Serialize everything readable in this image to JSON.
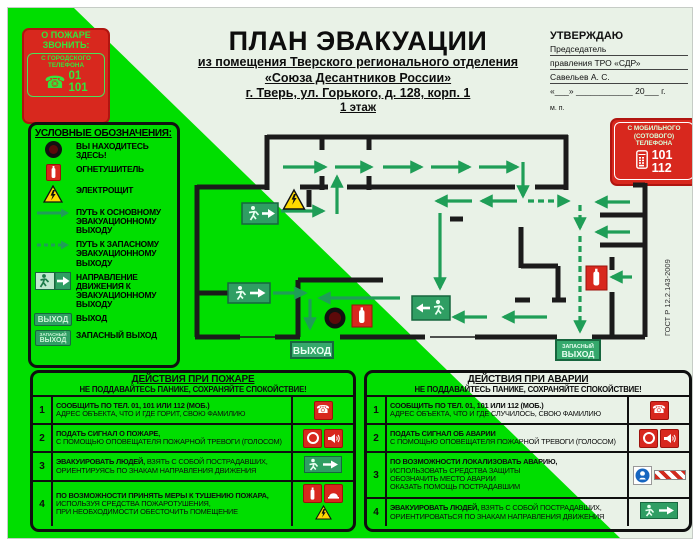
{
  "poster": {
    "title": "ПЛАН ЭВАКУАЦИИ",
    "subtitle1": "из помещения Тверского регионального отделения",
    "subtitle2": "«Союза Десантников России»",
    "address": "г. Тверь, ул. Горького, д. 128, корп. 1",
    "floor": "1 этаж",
    "gost": "ГОСТ Р 12.2.143-2009"
  },
  "approval": {
    "heading": "УТВЕРЖДАЮ",
    "line1": "Председатель",
    "line2": "правления ТРО «СДР»",
    "line3": "Савельев А. С.",
    "date_line": "«___» ____________ 20___ г.",
    "stamp": "м. п."
  },
  "city_phone_box": {
    "line1": "О ПОЖАРЕ",
    "line2": "ЗВОНИТЬ:",
    "line3": "С ГОРОДСКОГО",
    "line4": "ТЕЛЕФОНА",
    "num1": "01",
    "num2": "101"
  },
  "mobile_phone_box": {
    "line1": "С МОБИЛЬНОГО",
    "line2": "(СОТОВОГО)",
    "line3": "ТЕЛЕФОНА",
    "num1": "101",
    "num2": "112"
  },
  "legend": {
    "title": "УСЛОВНЫЕ ОБОЗНАЧЕНИЯ:",
    "items": [
      {
        "label": "ВЫ НАХОДИТЕСЬ ЗДЕСЬ!"
      },
      {
        "label": "ОГНЕТУШИТЕЛЬ"
      },
      {
        "label": "ЭЛЕКТРОЩИТ"
      },
      {
        "label": "ПУТЬ К ОСНОВНОМУ ЭВАКУАЦИОННОМУ ВЫХОДУ"
      },
      {
        "label": "ПУТЬ К ЗАПАСНОМУ ЭВАКУАЦИОННОМУ ВЫХОДУ"
      },
      {
        "label": "НАПРАВЛЕНИЕ ДВИЖЕНИЯ К ЭВАКУАЦИОННОМУ ВЫХОДУ"
      },
      {
        "label": "ВЫХОД",
        "badge": "ВЫХОД"
      },
      {
        "label": "ЗАПАСНЫЙ ВЫХОД",
        "badge1": "ЗАПАСНЫЙ",
        "badge2": "ВЫХОД"
      }
    ]
  },
  "plan": {
    "exit_label": "ВЫХОД",
    "emergency_exit_line1": "ЗАПАСНЫЙ",
    "emergency_exit_line2": "ВЫХОД"
  },
  "fire_table": {
    "title": "ДЕЙСТВИЯ ПРИ ПОЖАРЕ",
    "subtitle": "НЕ ПОДДАВАЙТЕСЬ ПАНИКЕ, СОХРАНЯЙТЕ СПОКОЙСТВИЕ!",
    "rows": [
      {
        "num": "1",
        "b1": "СООБЩИТЬ ПО ТЕЛ. 01, 101 ИЛИ 112 (МОБ.)",
        "r2": "АДРЕС ОБЪЕКТА, ЧТО И ГДЕ ГОРИТ, СВОЮ ФАМИЛИЮ"
      },
      {
        "num": "2",
        "b1": "ПОДАТЬ СИГНАЛ О ПОЖАРЕ,",
        "r2": "С ПОМОЩЬЮ ОПОВЕЩАТЕЛЯ ПОЖАРНОЙ ТРЕВОГИ (ГОЛОСОМ)"
      },
      {
        "num": "3",
        "b1": "ЭВАКУИРОВАТЬ ЛЮДЕЙ, ",
        "r1": "ВЗЯТЬ С СОБОЙ ПОСТРАДАВШИХ,",
        "r2": "ОРИЕНТИРУЯСЬ ПО ЗНАКАМ НАПРАВЛЕНИЯ ДВИЖЕНИЯ"
      },
      {
        "num": "4",
        "b1": "ПО ВОЗМОЖНОСТИ ПРИНЯТЬ МЕРЫ К ТУШЕНИЮ ПОЖАРА,",
        "r2": "ИСПОЛЬЗУЯ СРЕДСТВА ПОЖАРОТУШЕНИЯ,",
        "r3": "ПРИ НЕОБХОДИМОСТИ ОБЕСТОЧИТЬ ПОМЕЩЕНИЕ"
      }
    ]
  },
  "accident_table": {
    "title": "ДЕЙСТВИЯ ПРИ АВАРИИ",
    "subtitle": "НЕ ПОДДАВАЙТЕСЬ ПАНИКЕ, СОХРАНЯЙТЕ СПОКОЙСТВИЕ!",
    "rows": [
      {
        "num": "1",
        "b1": "СООБЩИТЬ ПО ТЕЛ. 01, 101 ИЛИ 112 (МОБ.)",
        "r2": "АДРЕС ОБЪЕКТА, ЧТО И ГДЕ СЛУЧИЛОСЬ, СВОЮ ФАМИЛИЮ"
      },
      {
        "num": "2",
        "b1": "ПОДАТЬ СИГНАЛ ОБ АВАРИИ",
        "r2": "С ПОМОЩЬЮ ОПОВЕЩАТЕЛЯ ПОЖАРНОЙ ТРЕВОГИ (ГОЛОСОМ)"
      },
      {
        "num": "3",
        "b1": "ПО ВОЗМОЖНОСТИ ЛОКАЛИЗОВАТЬ АВАРИЮ,",
        "r2": "ИСПОЛЬЗОВАТЬ СРЕДСТВА ЗАЩИТЫ",
        "r3": "ОБОЗНАЧИТЬ МЕСТО АВАРИИ",
        "r4": "ОКАЗАТЬ ПОМОЩЬ ПОСТРАДАВШИМ"
      },
      {
        "num": "4",
        "b1": "ЭВАКУИРОВАТЬ ЛЮДЕЙ, ",
        "r1": "ВЗЯТЬ С СОБОЙ ПОСТРАДАВШИХ,",
        "r2": "ОРИЕНТИРОВАТЬСЯ ПО ЗНАКАМ НАПРАВЛЕНИЯ ДВИЖЕНИЯ"
      }
    ]
  },
  "colors": {
    "accent_green": "#00DE00",
    "pale_background": "#E9F2E7",
    "alarm_red": "#D8281E",
    "sign_green": "#2F9E63",
    "route_arrow_green": "#1F9E57",
    "warning_yellow": "#FFD900"
  }
}
